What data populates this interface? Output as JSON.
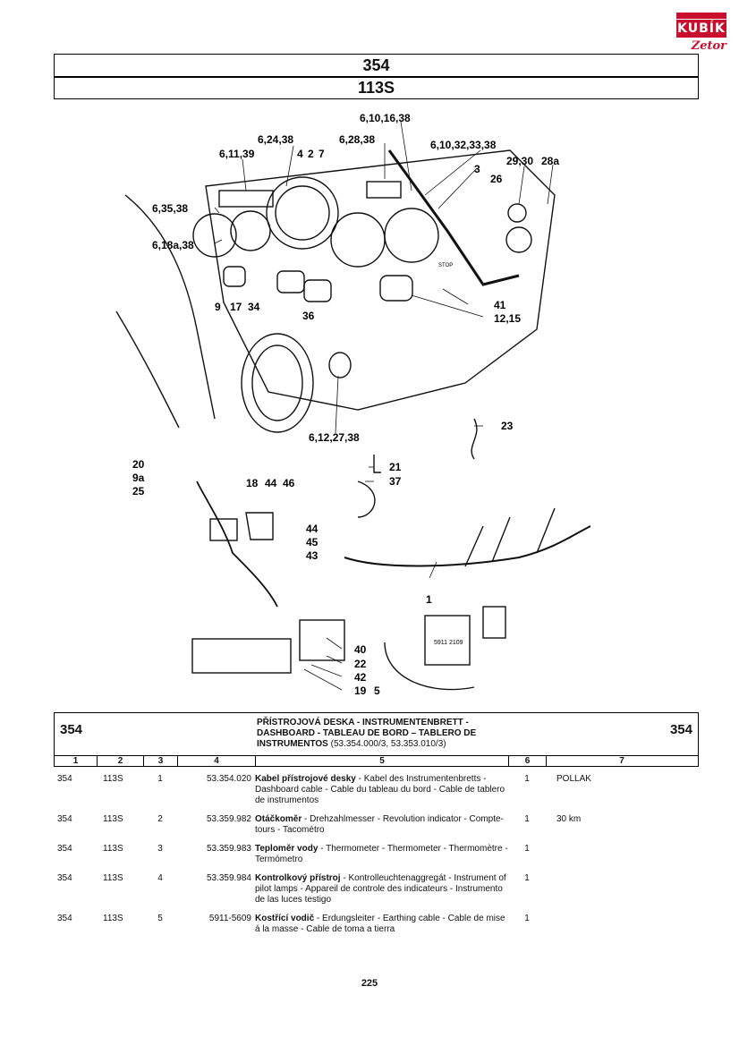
{
  "logo": {
    "brand": "KUBÍK",
    "sub": "Zetor"
  },
  "header": {
    "model": "354",
    "variant": "113S"
  },
  "diagram": {
    "callouts": [
      "6,10,16,38",
      "6,24,38",
      "6,28,38",
      "6,10,32,33,38",
      "6,11,39",
      "4",
      "2",
      "7",
      "3",
      "29,30",
      "28a",
      "26",
      "6,35,38",
      "6,18a,38",
      "9",
      "17",
      "34",
      "36",
      "41",
      "12,15",
      "6,12,27,38",
      "23",
      "20",
      "9a",
      "25",
      "18",
      "44",
      "46",
      "21",
      "37",
      "44",
      "45",
      "43",
      "1",
      "40",
      "22",
      "42",
      "19",
      "5"
    ],
    "gauge_text": {
      "lamp_unit": "5911 2109",
      "stop": "STOP"
    }
  },
  "table": {
    "title_left": "354",
    "title_right": "354",
    "title_lines": [
      "PŘÍSTROJOVÁ DESKA - INSTRUMENTENBRETT -",
      "DASHBOARD - TABLEAU DE BORD – TABLERO DE",
      "INSTRUMENTOS"
    ],
    "title_codes": "(53.354.000/3, 53.353.010/3)",
    "columns": [
      "1",
      "2",
      "3",
      "4",
      "5",
      "6",
      "7"
    ],
    "rows": [
      {
        "c1": "354",
        "c2": "113S",
        "c3": "1",
        "c4": "53.354.020",
        "name": "Kabel přístrojové desky",
        "desc": " - Kabel des Instrumentenbretts - Dashboard cable - Cable du tableau du bord - Cable de tablero de instrumentos",
        "c6": "1",
        "c7": "POLLAK"
      },
      {
        "c1": "354",
        "c2": "113S",
        "c3": "2",
        "c4": "53.359.982",
        "name": "Otáčkoměr",
        "desc": " - Drehzahlmesser - Revolution indicator - Compte-tours - Tacométro",
        "c6": "1",
        "c7": "30 km"
      },
      {
        "c1": "354",
        "c2": "113S",
        "c3": "3",
        "c4": "53.359.983",
        "name": "Teploměr vody",
        "desc": " - Thermometer - Thermometer - Thermomètre - Termómetro",
        "c6": "1",
        "c7": ""
      },
      {
        "c1": "354",
        "c2": "113S",
        "c3": "4",
        "c4": "53.359.984",
        "name": "Kontrolkový přístroj",
        "desc": " - Kontrolleuchtenaggregát - Instrument of pilot lamps - Appareil de controle des indicateurs - Instrumento de las luces testigo",
        "c6": "1",
        "c7": ""
      },
      {
        "c1": "354",
        "c2": "113S",
        "c3": "5",
        "c4": "5911-5609",
        "name": "Kostřící vodič",
        "desc": " - Erdungsleiter - Earthing cable - Cable de mise á la masse - Cable de toma a tierra",
        "c6": "1",
        "c7": ""
      }
    ]
  },
  "footer": {
    "page": "225"
  }
}
